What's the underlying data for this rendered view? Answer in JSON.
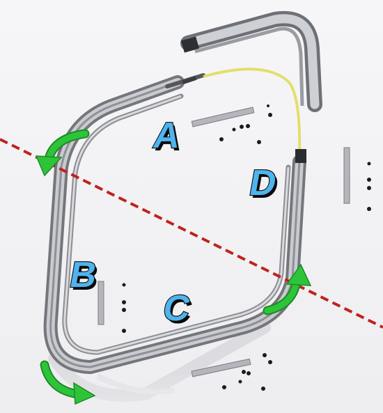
{
  "labels": {
    "a": "A",
    "b": "B",
    "c": "C",
    "d": "D"
  },
  "colors": {
    "label_fill": "#4fb4ee",
    "label_outline": "#0a0a0a",
    "arrow_green": "#2ec43a",
    "axis_dash": "#c0221e",
    "cable_yellow": "#e2df6a",
    "rail_silver": "#a9abb0"
  }
}
